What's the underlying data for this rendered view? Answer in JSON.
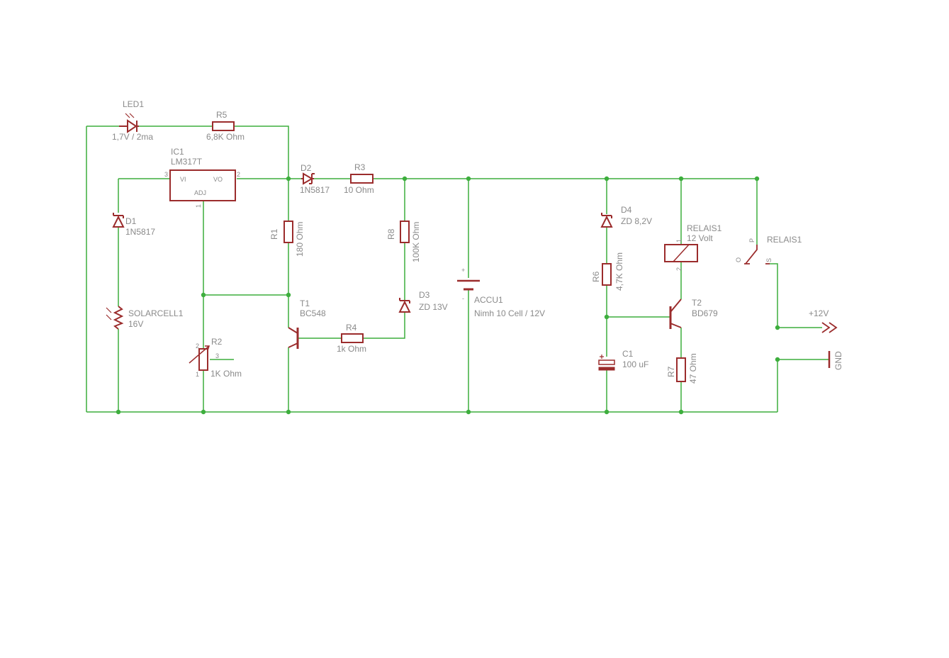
{
  "colors": {
    "wire": "#3dae3d",
    "component": "#9b2c2c",
    "text": "#8a8a8a",
    "background": "#ffffff"
  },
  "components": {
    "led1": {
      "ref": "LED1",
      "value": "1,7V / 2ma"
    },
    "r5": {
      "ref": "R5",
      "value": "6,8K Ohm"
    },
    "ic1": {
      "ref": "IC1",
      "value": "LM317T",
      "pin_vi": "VI",
      "pin_vo": "VO",
      "pin_adj": "ADJ",
      "pin3": "3",
      "pin2": "2",
      "pin1": "1"
    },
    "d2": {
      "ref": "D2",
      "value": "1N5817"
    },
    "r3": {
      "ref": "R3",
      "value": "10 Ohm"
    },
    "d1": {
      "ref": "D1",
      "value": "1N5817"
    },
    "r1": {
      "ref": "R1",
      "value": "180 Ohm"
    },
    "r8": {
      "ref": "R8",
      "value": "100K Ohm"
    },
    "solarcell1": {
      "ref": "SOLARCELL1",
      "value": "16V"
    },
    "t1": {
      "ref": "T1",
      "value": "BC548"
    },
    "d3": {
      "ref": "D3",
      "value": "ZD 13V"
    },
    "r4": {
      "ref": "R4",
      "value": "1k Ohm"
    },
    "r2": {
      "ref": "R2",
      "value": "1K Ohm",
      "pin1": "1",
      "pin2": "2",
      "pin3": "3"
    },
    "accu1": {
      "ref": "ACCU1",
      "value": "Nimh 10 Cell / 12V",
      "plus": "+",
      "minus": "-"
    },
    "d4": {
      "ref": "D4",
      "value": "ZD 8,2V"
    },
    "r6": {
      "ref": "R6",
      "value": "4,7K Ohm"
    },
    "c1": {
      "ref": "C1",
      "value": "100 uF"
    },
    "relais1_coil": {
      "ref": "RELAIS1",
      "value": "12 Volt",
      "pin1": "1",
      "pin2": "2"
    },
    "relais1_switch": {
      "ref": "RELAIS1",
      "pin_p": "P",
      "pin_o": "O",
      "pin_s": "S"
    },
    "t2": {
      "ref": "T2",
      "value": "BD679"
    },
    "r7": {
      "ref": "R7",
      "value": "47 Ohm"
    },
    "out_12v": {
      "label": "+12V"
    },
    "gnd": {
      "label": "GND"
    }
  }
}
